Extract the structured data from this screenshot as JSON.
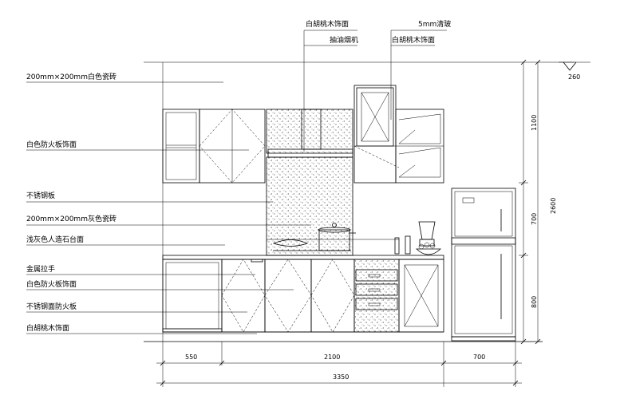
{
  "labels_left": [
    "200mm×200mm白色瓷砖",
    "白色防火板饰面",
    "不锈钢板",
    "200mm×200mm灰色瓷砖",
    "浅灰色人造石台面",
    "金属拉手",
    "白色防火板饰面",
    "不锈钢面防火板",
    "白胡桃木饰面"
  ],
  "labels_top": {
    "walnut_top": "白胡桃木饰面",
    "glass": "5mm清玻",
    "hood": "抽油烟机",
    "walnut_right": "白胡桃木饰面"
  },
  "dims_bottom": [
    "550",
    "2100",
    "700"
  ],
  "dim_total": "3350",
  "dims_right": [
    "1100",
    "700",
    "800"
  ],
  "dim_total_height": "2600",
  "dim_top_right": "260"
}
